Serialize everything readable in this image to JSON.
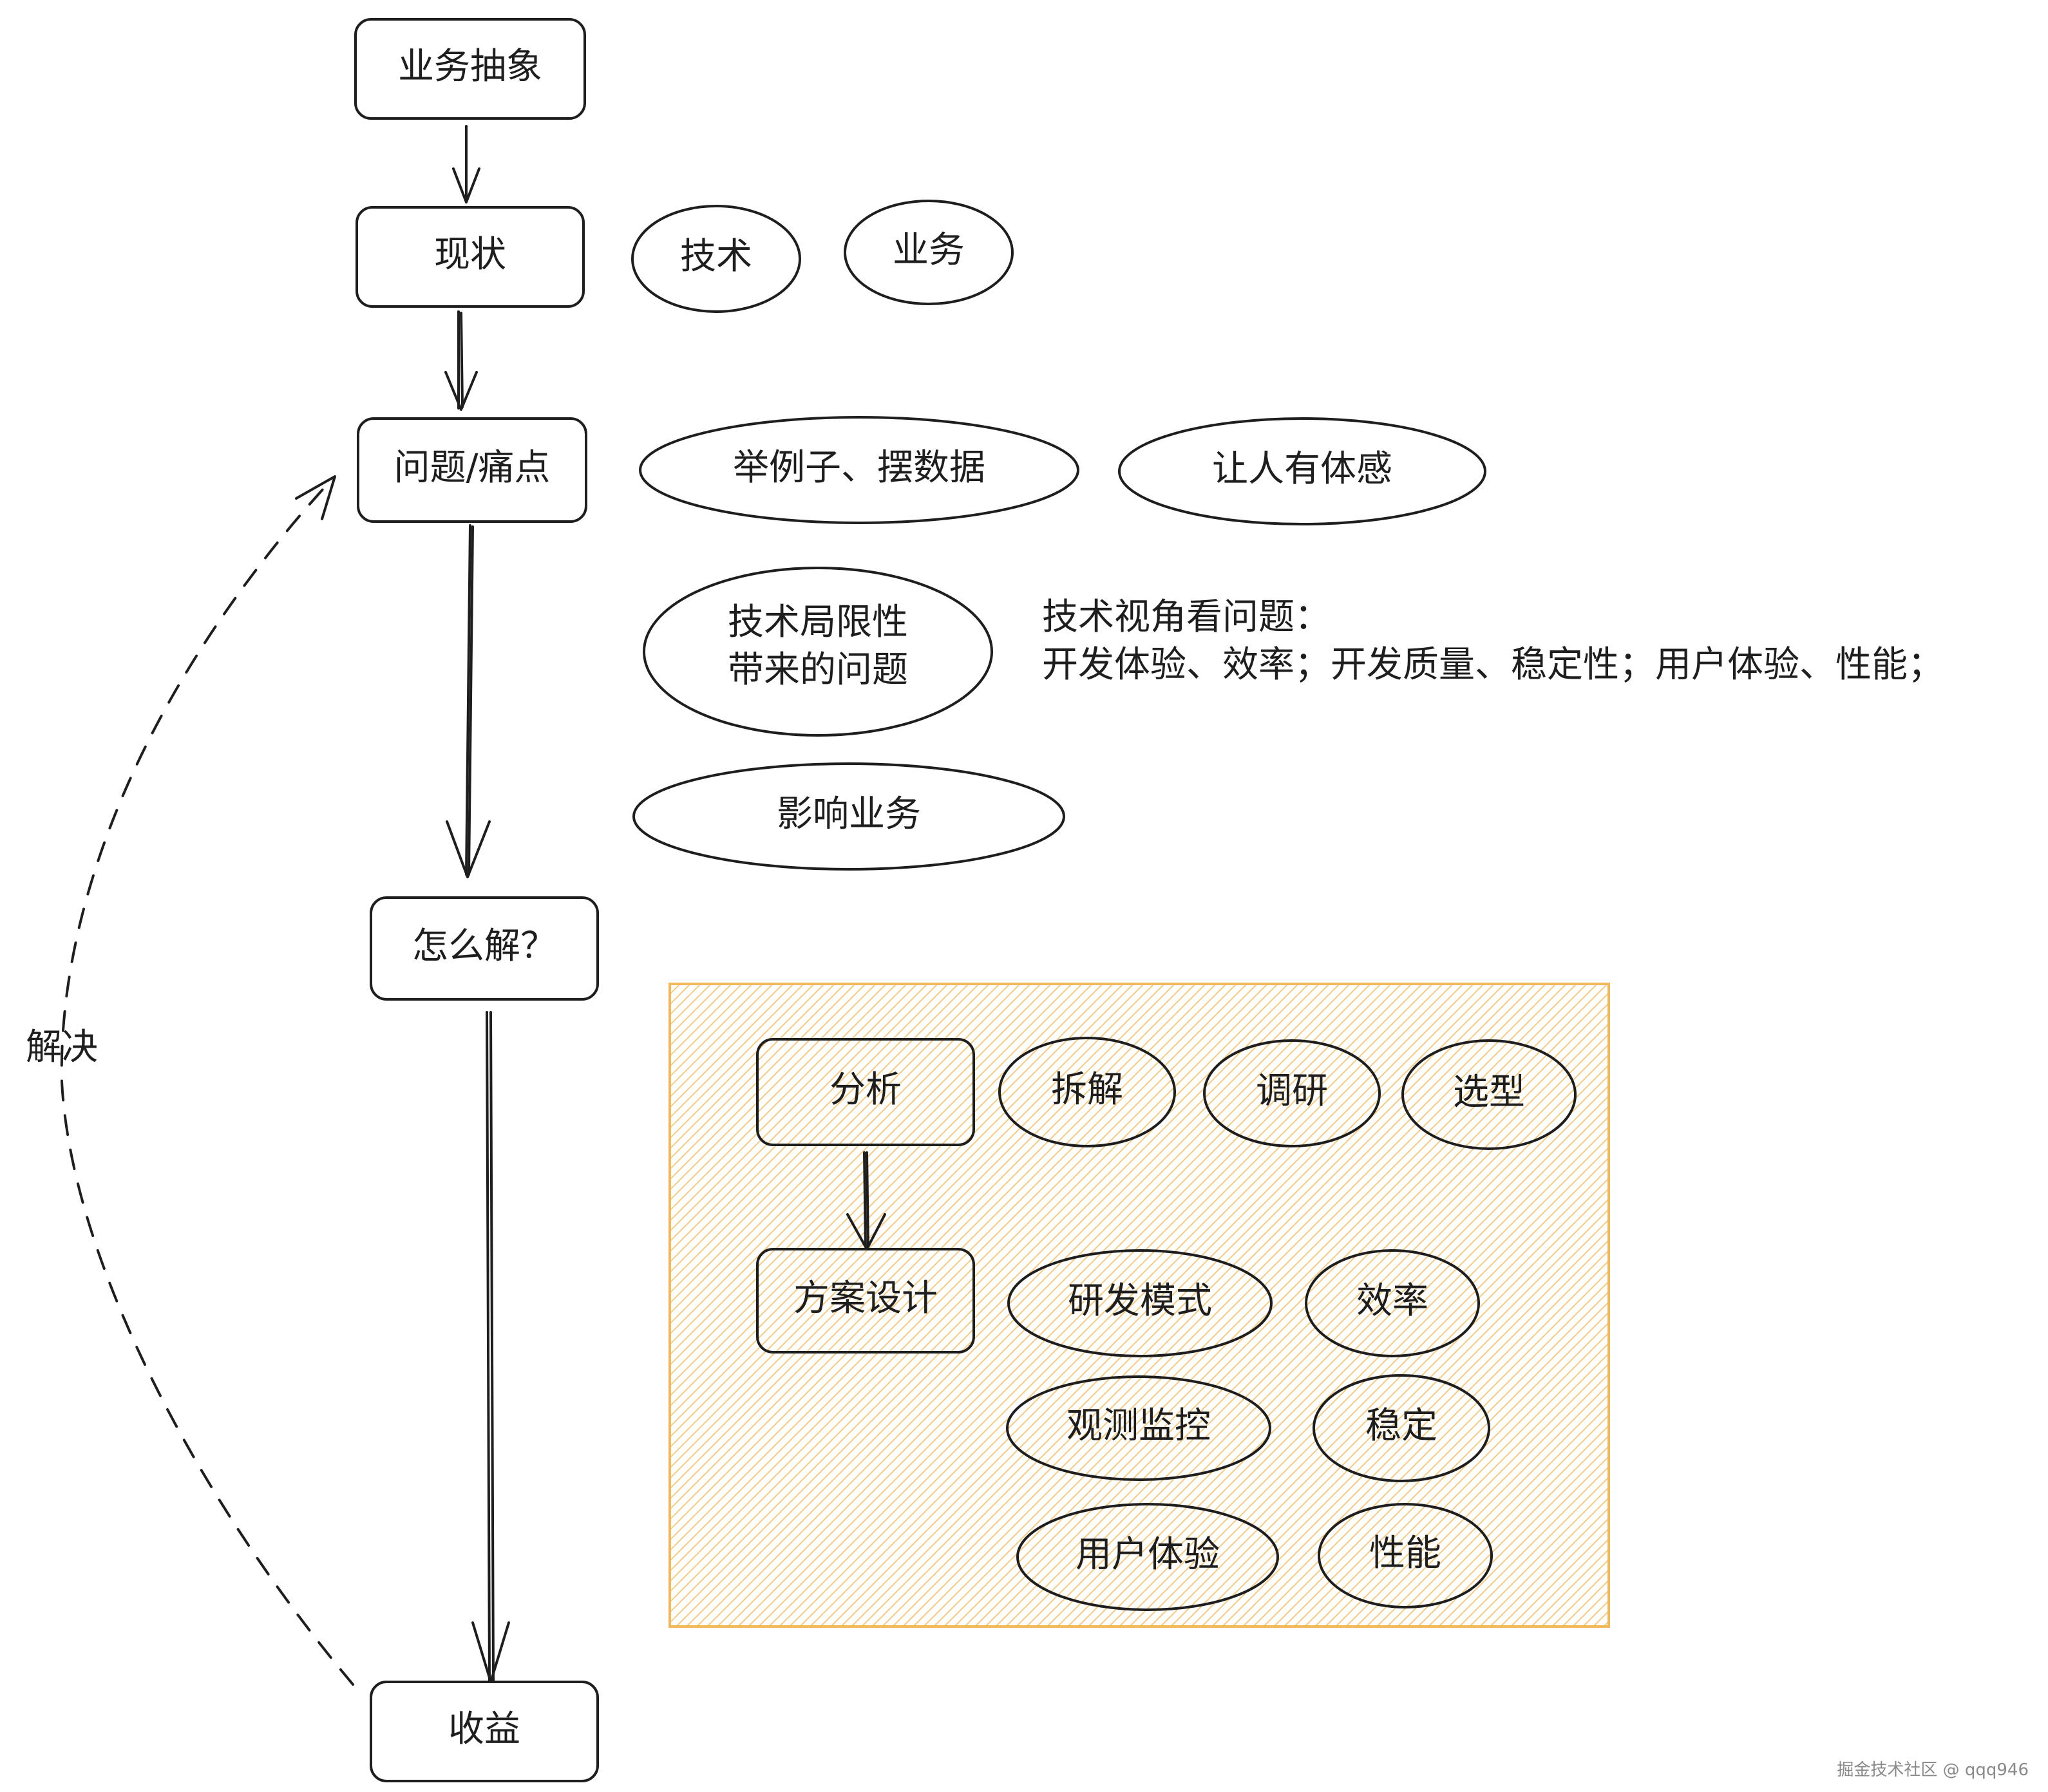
{
  "nodes": {
    "business_abstraction": "业务抽象",
    "status_quo": "现状",
    "technology": "技术",
    "business": "业务",
    "problems": "问题/痛点",
    "examples_data": "举例子、摆数据",
    "make_people_feel": "让人有体感",
    "tech_limits_line1": "技术局限性",
    "tech_limits_line2": "带来的问题",
    "tech_view_line1": "技术视角看问题：",
    "tech_view_line2": "开发体验、效率；开发质量、稳定性；用户体验、性能；",
    "affect_business": "影响业务",
    "how_to_solve": "怎么解？",
    "solve": "解决",
    "benefit": "收益",
    "analysis": "分析",
    "breakdown": "拆解",
    "research": "调研",
    "selection": "选型",
    "solution_design": "方案设计",
    "dev_mode": "研发模式",
    "efficiency": "效率",
    "observability": "观测监控",
    "stability": "稳定",
    "user_experience": "用户体验",
    "performance": "性能"
  },
  "colors": {
    "stroke": "#1e1e1e",
    "group_fill_hatch": "#f5c26b",
    "group_border": "#f2b95a",
    "background": "#ffffff"
  },
  "watermark": "掘金技术社区 @ qqq946"
}
